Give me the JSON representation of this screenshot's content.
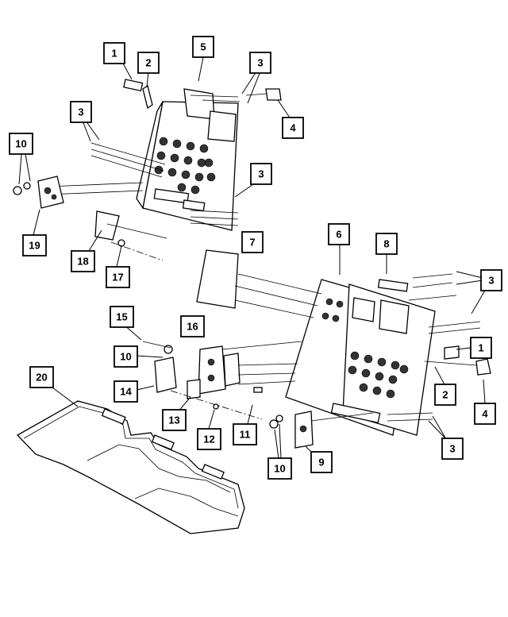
{
  "diagram": {
    "callouts": [
      {
        "label": "1"
      },
      {
        "label": "2"
      },
      {
        "label": "5"
      },
      {
        "label": "3"
      },
      {
        "label": "4"
      },
      {
        "label": "3"
      },
      {
        "label": "10"
      },
      {
        "label": "3"
      },
      {
        "label": "19"
      },
      {
        "label": "18"
      },
      {
        "label": "17"
      },
      {
        "label": "7"
      },
      {
        "label": "6"
      },
      {
        "label": "8"
      },
      {
        "label": "3"
      },
      {
        "label": "1"
      },
      {
        "label": "15"
      },
      {
        "label": "16"
      },
      {
        "label": "10"
      },
      {
        "label": "14"
      },
      {
        "label": "2"
      },
      {
        "label": "4"
      },
      {
        "label": "20"
      },
      {
        "label": "13"
      },
      {
        "label": "12"
      },
      {
        "label": "11"
      },
      {
        "label": "3"
      },
      {
        "label": "10"
      },
      {
        "label": "9"
      }
    ]
  }
}
